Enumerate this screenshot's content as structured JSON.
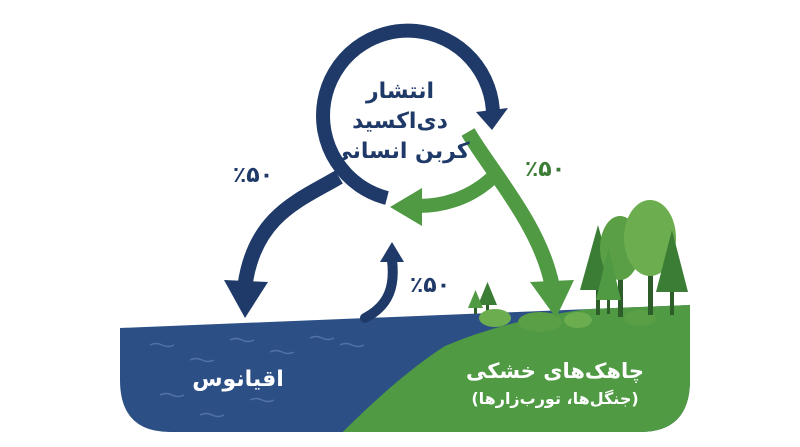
{
  "center": {
    "line1": "انتشار",
    "line2": "دی‌اکسید",
    "line3": "کربن انسانی"
  },
  "percentages": {
    "to_ocean": "٪۵۰",
    "to_land": "٪۵۰",
    "from_ocean": "٪۵۰"
  },
  "ocean": {
    "label": "اقیانوس"
  },
  "land": {
    "label": "چاهک‌های خشکی",
    "sublabel": "(جنگل‌ها، تورب‌زارها)"
  },
  "colors": {
    "navy": "#1f3a68",
    "ocean_blue": "#2c4f86",
    "green": "#4f9a43",
    "dark_green": "#3c7d35"
  }
}
